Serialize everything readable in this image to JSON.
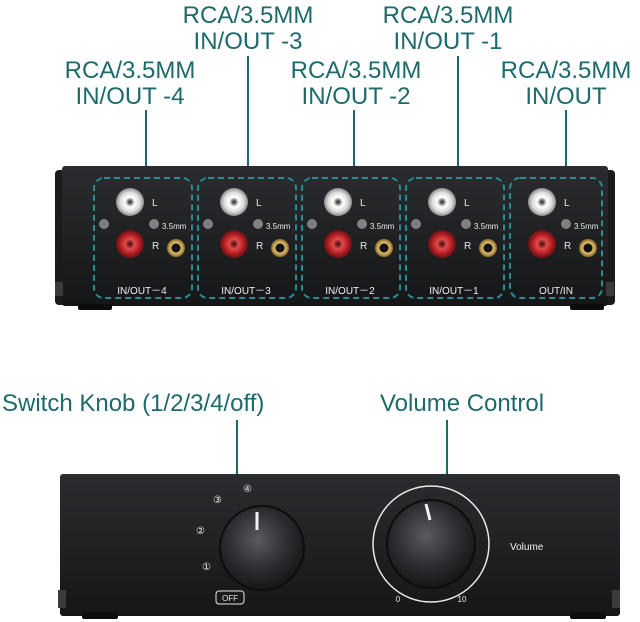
{
  "top_callouts": [
    {
      "line1": "RCA/3.5MM",
      "line2": "IN/OUT -4"
    },
    {
      "line1": "RCA/3.5MM",
      "line2": "IN/OUT -3"
    },
    {
      "line1": "RCA/3.5MM",
      "line2": "IN/OUT -2"
    },
    {
      "line1": "RCA/3.5MM",
      "line2": "IN/OUT -1"
    },
    {
      "line1": "RCA/3.5MM",
      "line2": "IN/OUT"
    }
  ],
  "rear_panel": {
    "ports": [
      {
        "bottom_label": "IN/OUT－4",
        "l": "L",
        "r": "R",
        "jack": "3.5mm"
      },
      {
        "bottom_label": "IN/OUT－3",
        "l": "L",
        "r": "R",
        "jack": "3.5mm"
      },
      {
        "bottom_label": "IN/OUT－2",
        "l": "L",
        "r": "R",
        "jack": "3.5mm"
      },
      {
        "bottom_label": "IN/OUT－1",
        "l": "L",
        "r": "R",
        "jack": "3.5mm"
      },
      {
        "bottom_label": "OUT/IN",
        "l": "L",
        "r": "R",
        "jack": "3.5mm"
      }
    ]
  },
  "front_callouts": {
    "switch": "Switch Knob (1/2/3/4/off)",
    "volume": "Volume Control"
  },
  "front_panel": {
    "positions": [
      "①",
      "②",
      "③",
      "④"
    ],
    "off_label": "OFF",
    "volume_label": "Volume",
    "volume_min": "0",
    "volume_max": "10"
  },
  "colors": {
    "accent": "#1d6a6d",
    "device": "#1f2022",
    "rca_white": "#f2f2f2",
    "rca_red": "#c8262b",
    "gold": "#c9a24a"
  }
}
